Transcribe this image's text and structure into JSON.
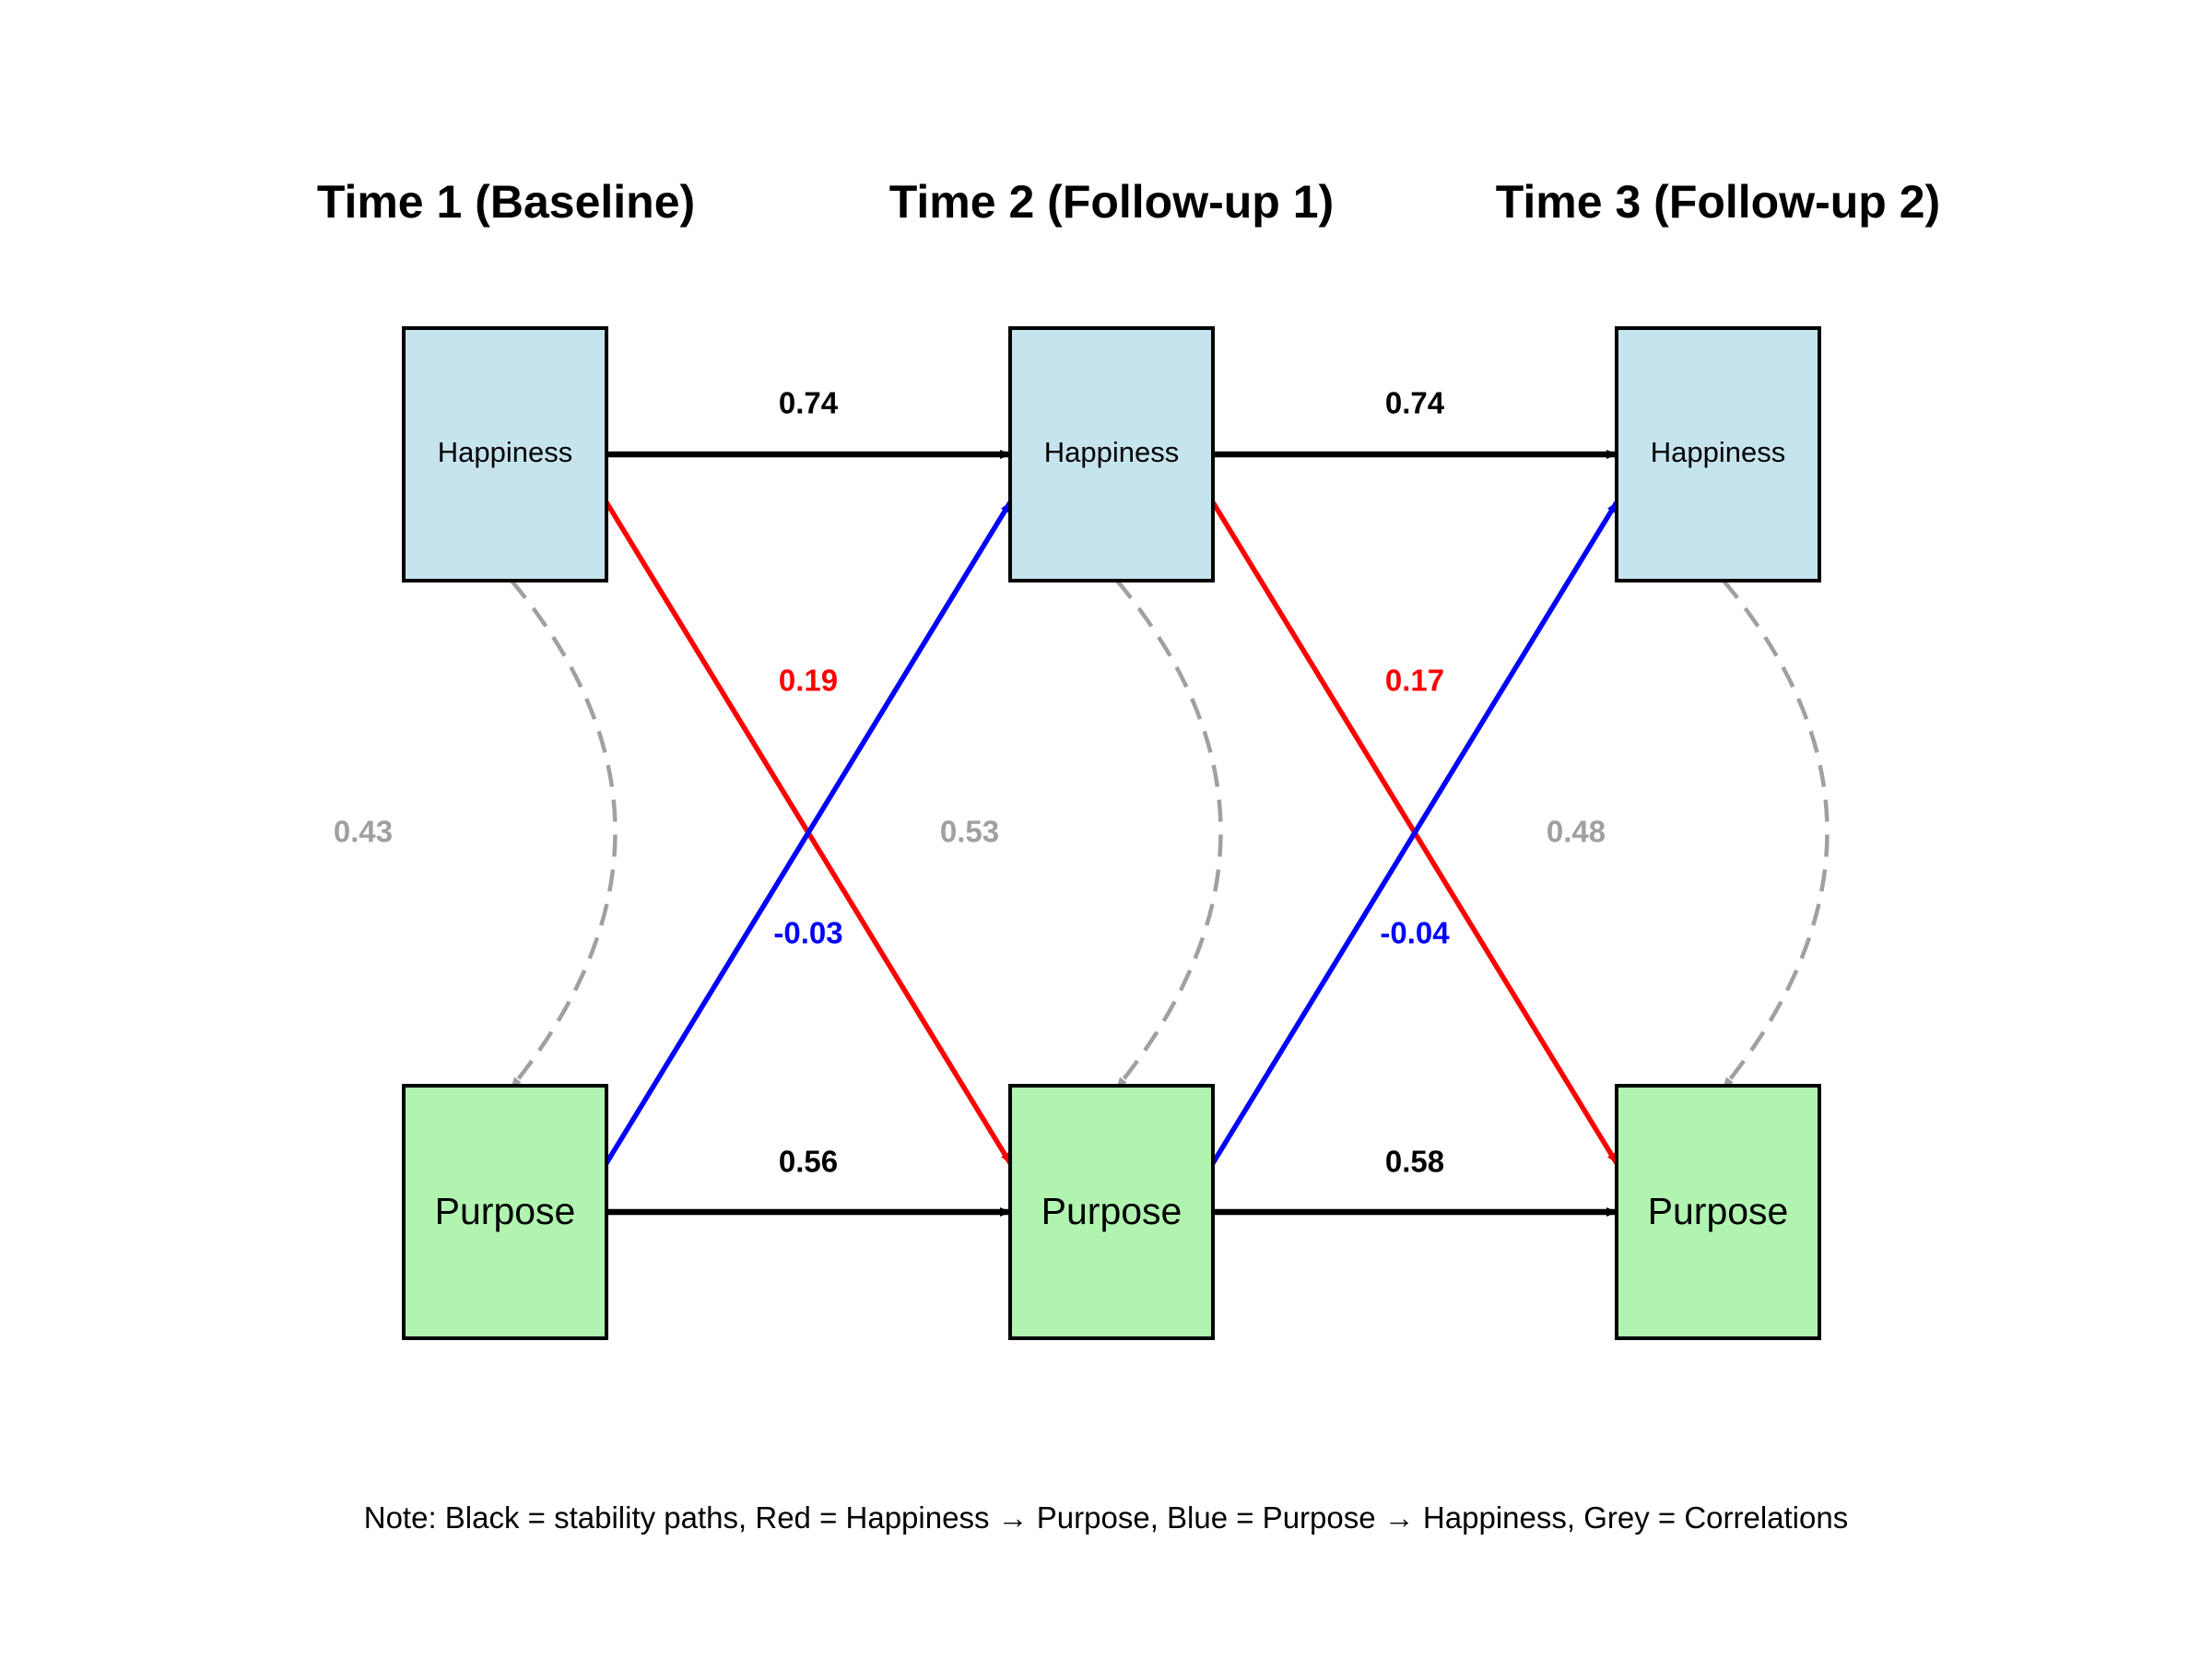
{
  "titles": {
    "t1": "Time 1 (Baseline)",
    "t2": "Time 2 (Follow-up 1)",
    "t3": "Time 3 (Follow-up 2)"
  },
  "node_labels": {
    "happiness": "Happiness",
    "purpose": "Purpose"
  },
  "colors": {
    "happiness_fill": "#c6e4ee",
    "purpose_fill": "#b0f4b0",
    "stability": "#000000",
    "happiness_to_purpose": "#ff0000",
    "purpose_to_happiness": "#0000ff",
    "correlation": "#a0a0a0"
  },
  "paths": {
    "happiness_stability": [
      "0.74",
      "0.74"
    ],
    "purpose_stability": [
      "0.56",
      "0.58"
    ],
    "happiness_to_purpose": [
      "0.19",
      "0.17"
    ],
    "purpose_to_happiness": [
      "-0.03",
      "-0.04"
    ],
    "correlations": [
      "0.43",
      "0.53",
      "0.48"
    ]
  },
  "note": "Note: Black = stability paths, Red = Happiness → Purpose, Blue = Purpose → Happiness, Grey = Correlations"
}
